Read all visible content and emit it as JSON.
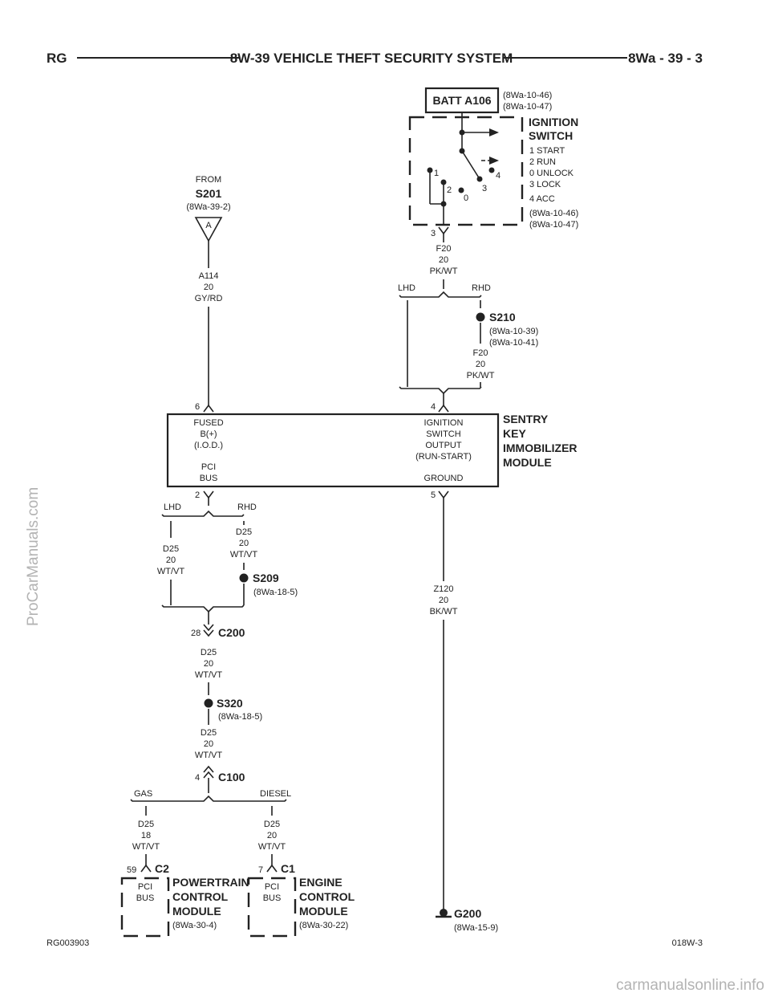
{
  "header": {
    "left": "RG",
    "title": "8W-39 VEHICLE THEFT SECURITY SYSTEM",
    "right": "8Wa - 39 - 3"
  },
  "footer": {
    "left": "RG003903",
    "right": "018W-3"
  },
  "watermarks": {
    "side": "ProCarManuals.com",
    "bottom": "carmanualsonline.info"
  },
  "batt": {
    "label": "BATT A106",
    "ref1": "(8Wa-10-46)",
    "ref2": "(8Wa-10-47)"
  },
  "ignition": {
    "title1": "IGNITION",
    "title2": "SWITCH",
    "positions": [
      "1 START",
      "2 RUN",
      "0 UNLOCK",
      "3 LOCK",
      "4 ACC"
    ],
    "ref1": "(8Wa-10-46)",
    "ref2": "(8Wa-10-47)",
    "nums": [
      "1",
      "2",
      "0",
      "3",
      "4"
    ],
    "pin": "3"
  },
  "wire_f20_top": {
    "code": "F20",
    "gauge": "20",
    "color": "PK/WT"
  },
  "lhd": "LHD",
  "rhd": "RHD",
  "s210": {
    "label": "S210",
    "ref1": "(8Wa-10-39)",
    "ref2": "(8Wa-10-41)"
  },
  "wire_f20_bot": {
    "code": "F20",
    "gauge": "20",
    "color": "PK/WT"
  },
  "from_s201": {
    "from": "FROM",
    "label": "S201",
    "ref": "(8Wa-39-2)",
    "letter": "A"
  },
  "wire_a114": {
    "code": "A114",
    "gauge": "20",
    "color": "GY/RD"
  },
  "module": {
    "title": [
      "SENTRY",
      "KEY",
      "IMMOBILIZER",
      "MODULE"
    ],
    "pin_fused": "6",
    "fused": [
      "FUSED",
      "B(+)",
      "(I.O.D.)"
    ],
    "pin_ign": "4",
    "ign": [
      "IGNITION",
      "SWITCH",
      "OUTPUT",
      "(RUN-START)"
    ],
    "pin_pci": "2",
    "pci": [
      "PCI",
      "BUS"
    ],
    "pin_gnd": "5",
    "gnd": "GROUND"
  },
  "wire_d25_lhd": {
    "code": "D25",
    "gauge": "20",
    "color": "WT/VT"
  },
  "wire_d25_rhd": {
    "code": "D25",
    "gauge": "20",
    "color": "WT/VT"
  },
  "s209": {
    "label": "S209",
    "ref": "(8Wa-18-5)"
  },
  "c200": {
    "pin": "28",
    "label": "C200"
  },
  "wire_d25_c200": {
    "code": "D25",
    "gauge": "20",
    "color": "WT/VT"
  },
  "s320": {
    "label": "S320",
    "ref": "(8Wa-18-5)"
  },
  "wire_d25_s320": {
    "code": "D25",
    "gauge": "20",
    "color": "WT/VT"
  },
  "c100": {
    "pin": "4",
    "label": "C100"
  },
  "gas": "GAS",
  "diesel": "DIESEL",
  "wire_d25_gas": {
    "code": "D25",
    "gauge": "18",
    "color": "WT/VT"
  },
  "wire_d25_diesel": {
    "code": "D25",
    "gauge": "20",
    "color": "WT/VT"
  },
  "pcm": {
    "pin": "59",
    "conn": "C2",
    "pci": [
      "PCI",
      "BUS"
    ],
    "title": [
      "POWERTRAIN",
      "CONTROL",
      "MODULE"
    ],
    "ref": "(8Wa-30-4)"
  },
  "ecm": {
    "pin": "7",
    "conn": "C1",
    "pci": [
      "PCI",
      "BUS"
    ],
    "title": [
      "ENGINE",
      "CONTROL",
      "MODULE"
    ],
    "ref": "(8Wa-30-22)"
  },
  "wire_z120": {
    "code": "Z120",
    "gauge": "20",
    "color": "BK/WT"
  },
  "g200": {
    "label": "G200",
    "ref": "(8Wa-15-9)"
  }
}
